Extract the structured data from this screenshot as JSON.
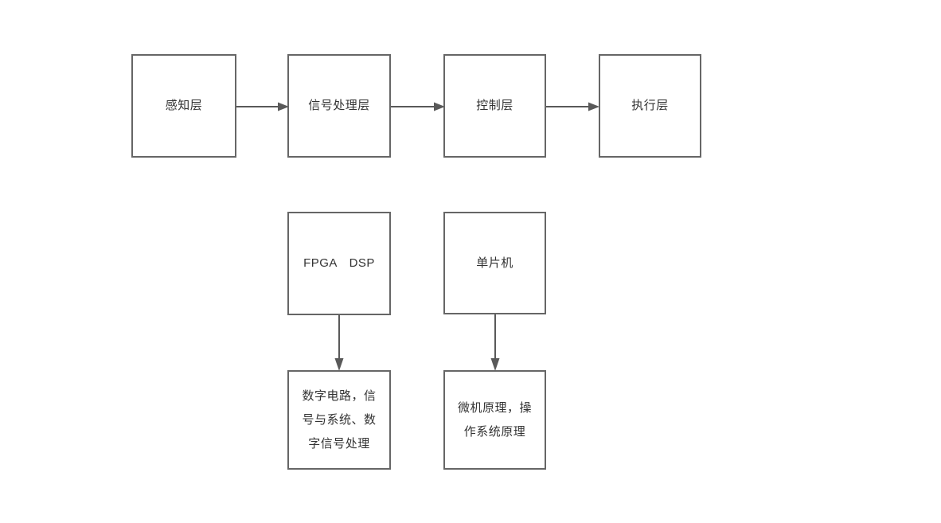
{
  "diagram": {
    "title": "",
    "background_color": "#ffffff",
    "node_border_color": "#666666",
    "node_fill_color": "#ffffff",
    "text_color": "#333333",
    "edge_color": "#595959",
    "nodes": [
      {
        "id": "sense",
        "label": "感知层"
      },
      {
        "id": "signal",
        "label": "信号处理层"
      },
      {
        "id": "control",
        "label": "控制层"
      },
      {
        "id": "exec",
        "label": "执行层"
      },
      {
        "id": "fpga",
        "label": "FPGA　DSP"
      },
      {
        "id": "mcu",
        "label": "单片机"
      },
      {
        "id": "courses_a",
        "label": "数字电路，信号与系统、数字信号处理"
      },
      {
        "id": "courses_b",
        "label": "微机原理，操作系统原理"
      }
    ],
    "edges": [
      {
        "id": "e1",
        "from": "sense",
        "to": "signal",
        "direction": "right",
        "style": "solid-arrow"
      },
      {
        "id": "e2",
        "from": "signal",
        "to": "control",
        "direction": "right",
        "style": "solid-arrow"
      },
      {
        "id": "e3",
        "from": "control",
        "to": "exec",
        "direction": "right",
        "style": "solid-arrow"
      },
      {
        "id": "e4",
        "from": "fpga",
        "to": "courses_a",
        "direction": "down",
        "style": "solid-arrow"
      },
      {
        "id": "e5",
        "from": "mcu",
        "to": "courses_b",
        "direction": "down",
        "style": "solid-arrow"
      }
    ]
  }
}
